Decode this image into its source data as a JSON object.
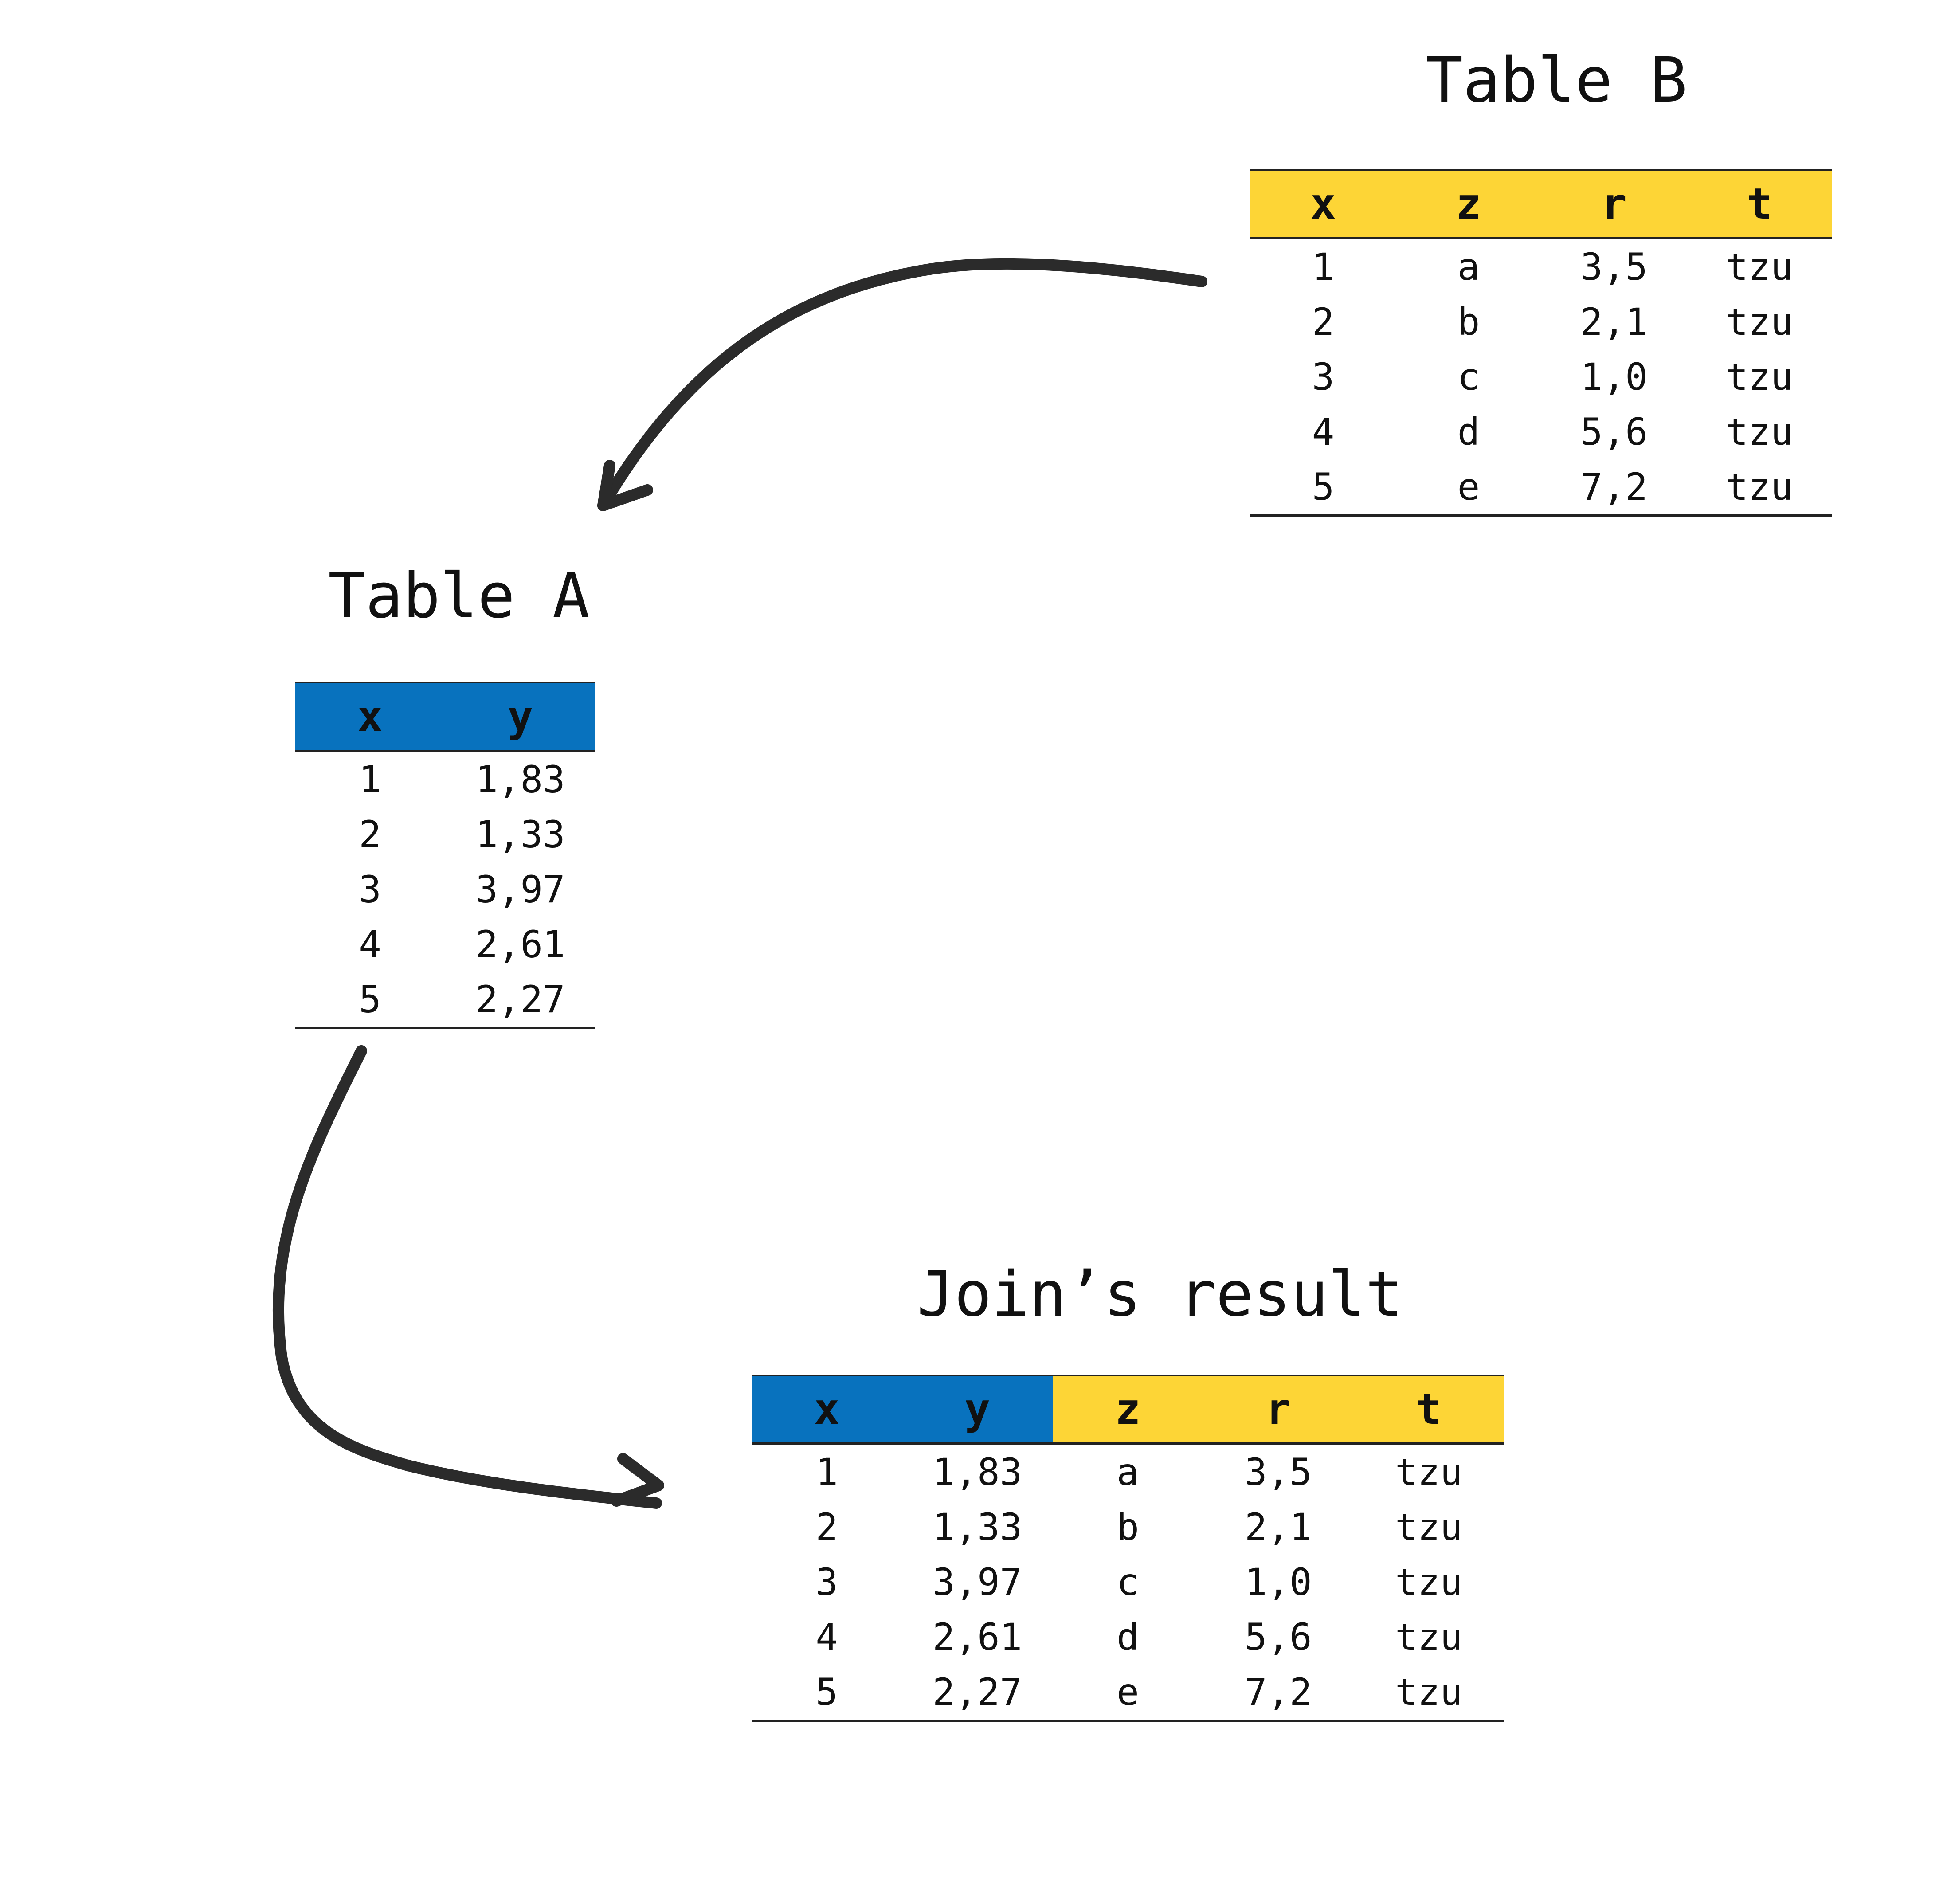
{
  "table_b": {
    "title": "Table B",
    "columns": [
      {
        "label": "x",
        "color": "#FDD536"
      },
      {
        "label": "z",
        "color": "#FDD536"
      },
      {
        "label": "r",
        "color": "#FDD536"
      },
      {
        "label": "t",
        "color": "#FDD536"
      }
    ],
    "rows": [
      [
        "1",
        "a",
        "3,5",
        "tzu"
      ],
      [
        "2",
        "b",
        "2,1",
        "tzu"
      ],
      [
        "3",
        "c",
        "1,0",
        "tzu"
      ],
      [
        "4",
        "d",
        "5,6",
        "tzu"
      ],
      [
        "5",
        "e",
        "7,2",
        "tzu"
      ]
    ]
  },
  "table_a": {
    "title": "Table A",
    "columns": [
      {
        "label": "x",
        "color": "#0872BE"
      },
      {
        "label": "y",
        "color": "#0872BE"
      }
    ],
    "rows": [
      [
        "1",
        "1,83"
      ],
      [
        "2",
        "1,33"
      ],
      [
        "3",
        "3,97"
      ],
      [
        "4",
        "2,61"
      ],
      [
        "5",
        "2,27"
      ]
    ]
  },
  "join_result": {
    "title": "Join’s result",
    "columns": [
      {
        "label": "x",
        "color": "#0872BE"
      },
      {
        "label": "y",
        "color": "#0872BE"
      },
      {
        "label": "z",
        "color": "#FDD536"
      },
      {
        "label": "r",
        "color": "#FDD536"
      },
      {
        "label": "t",
        "color": "#FDD536"
      }
    ],
    "rows": [
      [
        "1",
        "1,83",
        "a",
        "3,5",
        "tzu"
      ],
      [
        "2",
        "1,33",
        "b",
        "2,1",
        "tzu"
      ],
      [
        "3",
        "3,97",
        "c",
        "1,0",
        "tzu"
      ],
      [
        "4",
        "2,61",
        "d",
        "5,6",
        "tzu"
      ],
      [
        "5",
        "2,27",
        "e",
        "7,2",
        "tzu"
      ]
    ]
  },
  "arrows": [
    {
      "from": "table_b",
      "to": "table_a"
    },
    {
      "from": "table_a",
      "to": "join_result"
    }
  ],
  "colors": {
    "left_table": "#0872BE",
    "right_table": "#FDD536",
    "arrow": "#2b2b2b"
  }
}
